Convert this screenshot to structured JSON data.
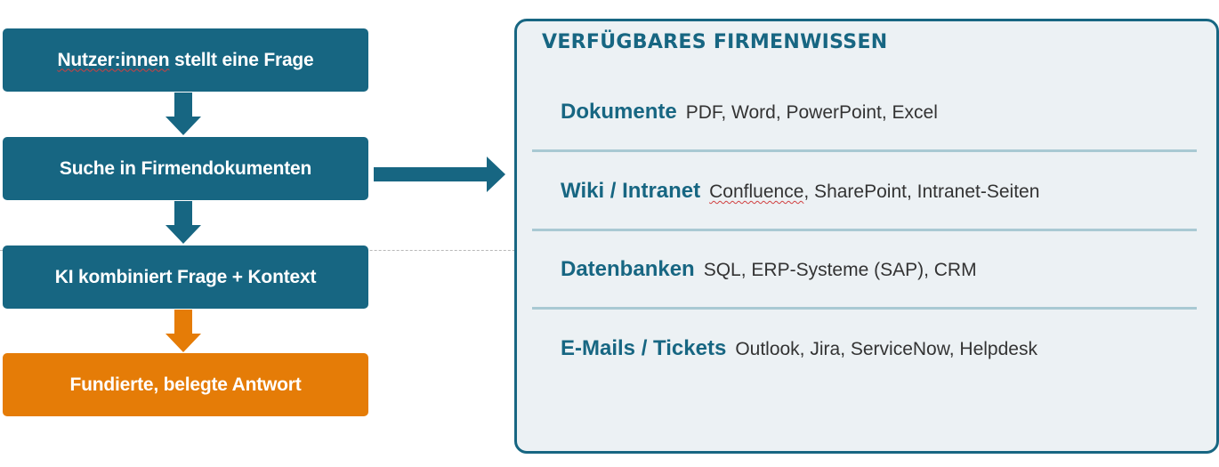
{
  "flow": {
    "steps": [
      {
        "label_prefix": "Nutzer:innen",
        "label_suffix": " stellt eine Frage",
        "color": "#176682"
      },
      {
        "label": "Suche in Firmendokumenten",
        "color": "#176682"
      },
      {
        "label": "KI kombiniert Frage + Kontext",
        "color": "#176682"
      },
      {
        "label": "Fundierte, belegte Antwort",
        "color": "#e57c07"
      }
    ],
    "arrow_colors": {
      "primary": "#176682",
      "accent": "#e57c07"
    }
  },
  "knowledge_panel": {
    "title": "VERFÜGBARES FIRMENWISSEN",
    "sources": [
      {
        "category": "Dokumente",
        "examples": "PDF, Word, PowerPoint, Excel"
      },
      {
        "category": "Wiki / Intranet",
        "examples_flagged": "Confluence",
        "examples_rest": ", SharePoint, Intranet-Seiten"
      },
      {
        "category": "Datenbanken",
        "examples": "SQL, ERP-Systeme (SAP), CRM"
      },
      {
        "category": "E-Mails / Tickets",
        "examples": "Outlook, Jira, ServiceNow, Helpdesk"
      }
    ]
  }
}
